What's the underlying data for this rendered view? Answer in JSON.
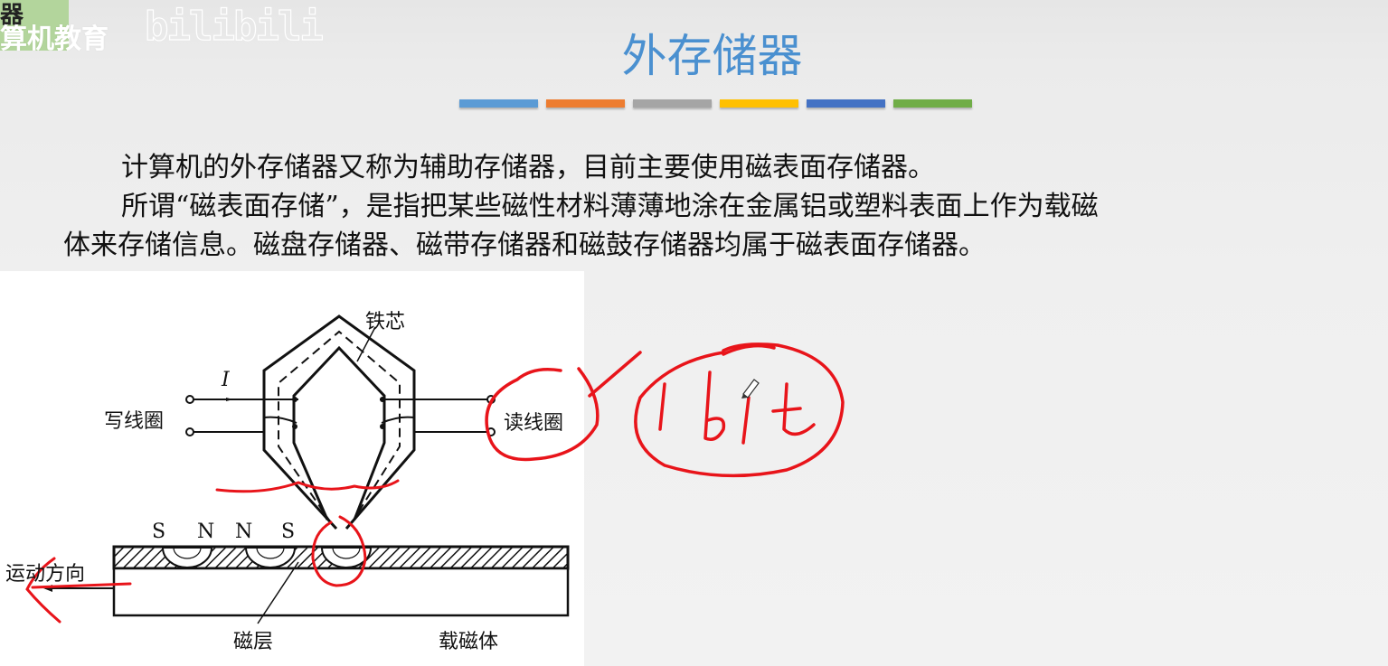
{
  "watermark": {
    "logo_glyph": "器",
    "logo_text": "算机教育",
    "bili_mark": "bilibili"
  },
  "slide": {
    "title": "外存储器",
    "title_color": "#4a90d0",
    "divider_colors": [
      "#5b9bd5",
      "#ed7d31",
      "#a5a5a5",
      "#ffc000",
      "#4472c4",
      "#70ad47"
    ],
    "paragraphs": [
      "计算机的外存储器又称为辅助存储器，目前主要使用磁表面存储器。",
      "所谓“磁表面存储”，是指把某些磁性材料薄薄地涂在金属铝或塑料表面上作为载磁",
      "体来存储信息。磁盘存储器、磁带存储器和磁鼓存储器均属于磁表面存储器。"
    ]
  },
  "figure": {
    "labels": {
      "iron_core": "铁芯",
      "current": "I",
      "write_coil": "写线圈",
      "read_coil": "读线圈",
      "motion_direction": "运动方向",
      "magnetic_layer": "磁层",
      "carrier": "载磁体"
    },
    "poles": [
      "S",
      "N",
      "N",
      "S"
    ]
  },
  "annotations": {
    "handwritten_note": "1bit",
    "ink_color": "#e8141a"
  }
}
